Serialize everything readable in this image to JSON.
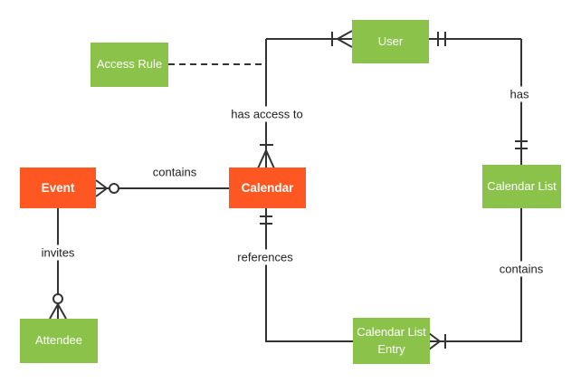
{
  "diagram_type": "entity-relationship",
  "colors": {
    "entity_green": "#8BC34A",
    "entity_orange": "#FF5722",
    "entity_text": "#ffffff",
    "line": "#333333",
    "label_text": "#212121",
    "background": "#ffffff"
  },
  "entities": {
    "access_rule": {
      "label": "Access Rule",
      "color": "green"
    },
    "user": {
      "label": "User",
      "color": "green"
    },
    "event": {
      "label": "Event",
      "color": "orange"
    },
    "calendar": {
      "label": "Calendar",
      "color": "orange"
    },
    "calendar_list": {
      "label": "Calendar List",
      "color": "green"
    },
    "attendee": {
      "label": "Attendee",
      "color": "green"
    },
    "calendar_list_entry": {
      "label": "Calendar List Entry",
      "color": "green"
    }
  },
  "relationship_labels": {
    "has_access_to": "has access to",
    "has": "has",
    "contains_top": "contains",
    "invites": "invites",
    "references": "references",
    "contains_right": "contains"
  },
  "relationships": [
    {
      "label": "has access to",
      "between": [
        "Calendar",
        "User"
      ],
      "calendar_end": "one-or-many",
      "user_end": "one-or-many",
      "style": "solid"
    },
    {
      "label": "has",
      "between": [
        "User",
        "Calendar List"
      ],
      "user_end": "exactly-one",
      "calendar_list_end": "exactly-one",
      "style": "solid"
    },
    {
      "label": "contains",
      "between": [
        "Event",
        "Calendar"
      ],
      "event_end": "zero-or-many",
      "calendar_end": "plain",
      "style": "solid"
    },
    {
      "label": "invites",
      "between": [
        "Event",
        "Attendee"
      ],
      "event_end": "plain",
      "attendee_end": "zero-or-many",
      "style": "solid"
    },
    {
      "label": "references",
      "between": [
        "Calendar",
        "Calendar List Entry"
      ],
      "calendar_end": "exactly-one",
      "entry_end": "plain",
      "style": "solid"
    },
    {
      "label": "contains",
      "between": [
        "Calendar List",
        "Calendar List Entry"
      ],
      "calendar_list_end": "plain",
      "entry_end": "one-or-many",
      "style": "solid"
    },
    {
      "label": "",
      "between": [
        "Access Rule",
        "has access to"
      ],
      "style": "dashed"
    }
  ]
}
